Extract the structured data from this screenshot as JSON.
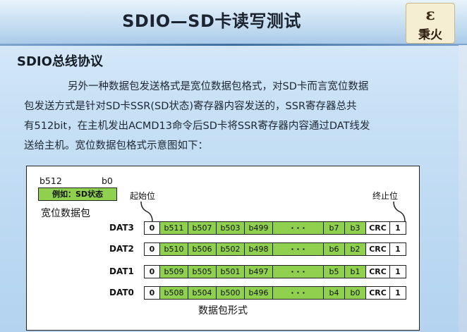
{
  "header": {
    "title": "SDIO—SD卡读写测试",
    "logo_text": "秉火",
    "logo_mark": "ε"
  },
  "section_heading": "SDIO总线协议",
  "body_lines": [
    "另外一种数据包发送格式是宽位数据包格式，对SD卡而言宽位数据",
    "包发送方式是针对SD卡SSR(SD状态)寄存器内容发送的，SSR寄存器总共",
    "有512bit，在主机发出ACMD13命令后SD卡将SSR寄存器内容通过DAT线发",
    "送给主机。宽位数据包格式示意图如下："
  ],
  "diagram": {
    "bit_high": "b512",
    "bit_low": "b0",
    "example": "例如：SD状态",
    "wide_label": "宽位数据包",
    "start_label": "起始位",
    "end_label": "终止位",
    "caption": "数据包形式",
    "lanes": [
      {
        "name": "DAT3",
        "cells": [
          "0",
          "b511",
          "b507",
          "b503",
          "b499",
          "· · ·",
          "b7",
          "b3",
          "CRC",
          "1"
        ]
      },
      {
        "name": "DAT2",
        "cells": [
          "0",
          "b510",
          "b506",
          "b502",
          "b498",
          "· · ·",
          "b6",
          "b2",
          "CRC",
          "1"
        ]
      },
      {
        "name": "DAT1",
        "cells": [
          "0",
          "b509",
          "b505",
          "b501",
          "b497",
          "· · ·",
          "b5",
          "b1",
          "CRC",
          "1"
        ]
      },
      {
        "name": "DAT0",
        "cells": [
          "0",
          "b508",
          "b504",
          "b500",
          "b496",
          "· · ·",
          "b4",
          "b0",
          "CRC",
          "1"
        ]
      }
    ]
  }
}
